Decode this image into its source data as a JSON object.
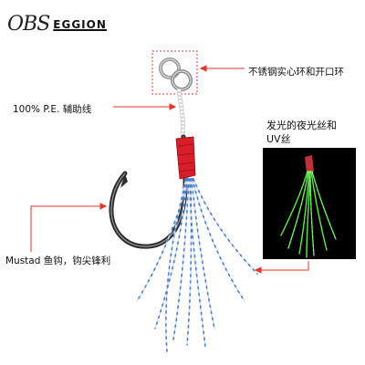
{
  "brand": {
    "main": "OBS",
    "sub": "EGGION"
  },
  "callouts": {
    "ring": "不锈钢实心环和开口环",
    "pe_line": "100% P.E. 辅助线",
    "glow_line1": "发光的夜光丝和",
    "glow_line2": "UV丝",
    "hook": "Mustad 鱼钩，钩尖锋利"
  },
  "colors": {
    "callout_red": "#e8352c",
    "wrap_red": "#d81e2a",
    "glow_green": "#6cff5a",
    "feather_blue": "#4a7fd0"
  }
}
